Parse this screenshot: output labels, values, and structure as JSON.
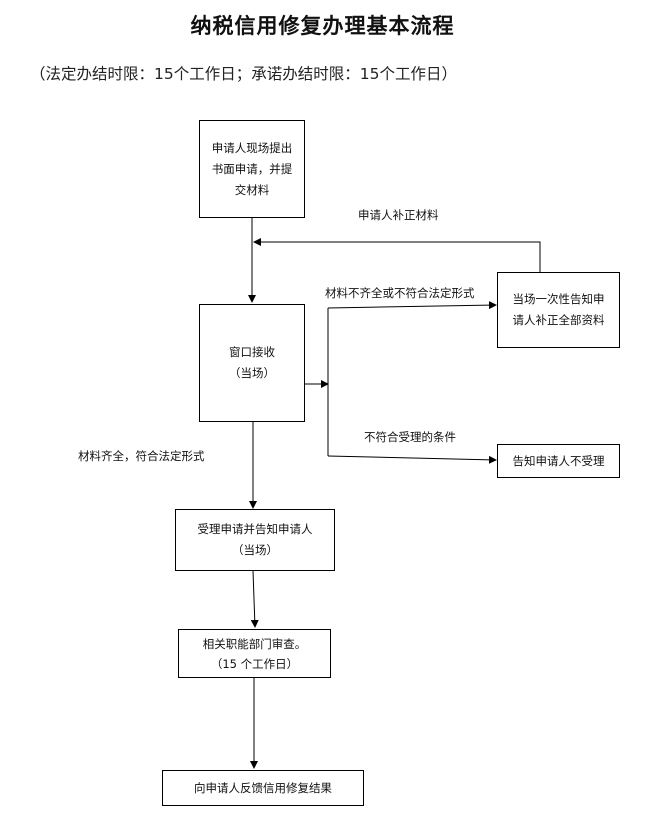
{
  "title": "纳税信用修复办理基本流程",
  "subtitle": "（法定办结时限：15个工作日；承诺办结时限：15个工作日）",
  "nodes": {
    "apply": "申请人现场提出\n书面申请，并提\n交材料",
    "window": "窗口接收\n（当场）",
    "notify_supplement": "当场一次性告知申\n请人补正全部资料",
    "notify_reject": "告知申请人不受理",
    "accept": "受理申请并告知申请人\n（当场）",
    "review": "相关职能部门审查。\n（15 个工作日）",
    "feedback": "向申请人反馈信用修复结果"
  },
  "edge_labels": {
    "supplement": "申请人补正材料",
    "incomplete": "材料不齐全或不符合法定形式",
    "not_eligible": "不符合受理的条件",
    "complete": "材料齐全，符合法定形式"
  }
}
